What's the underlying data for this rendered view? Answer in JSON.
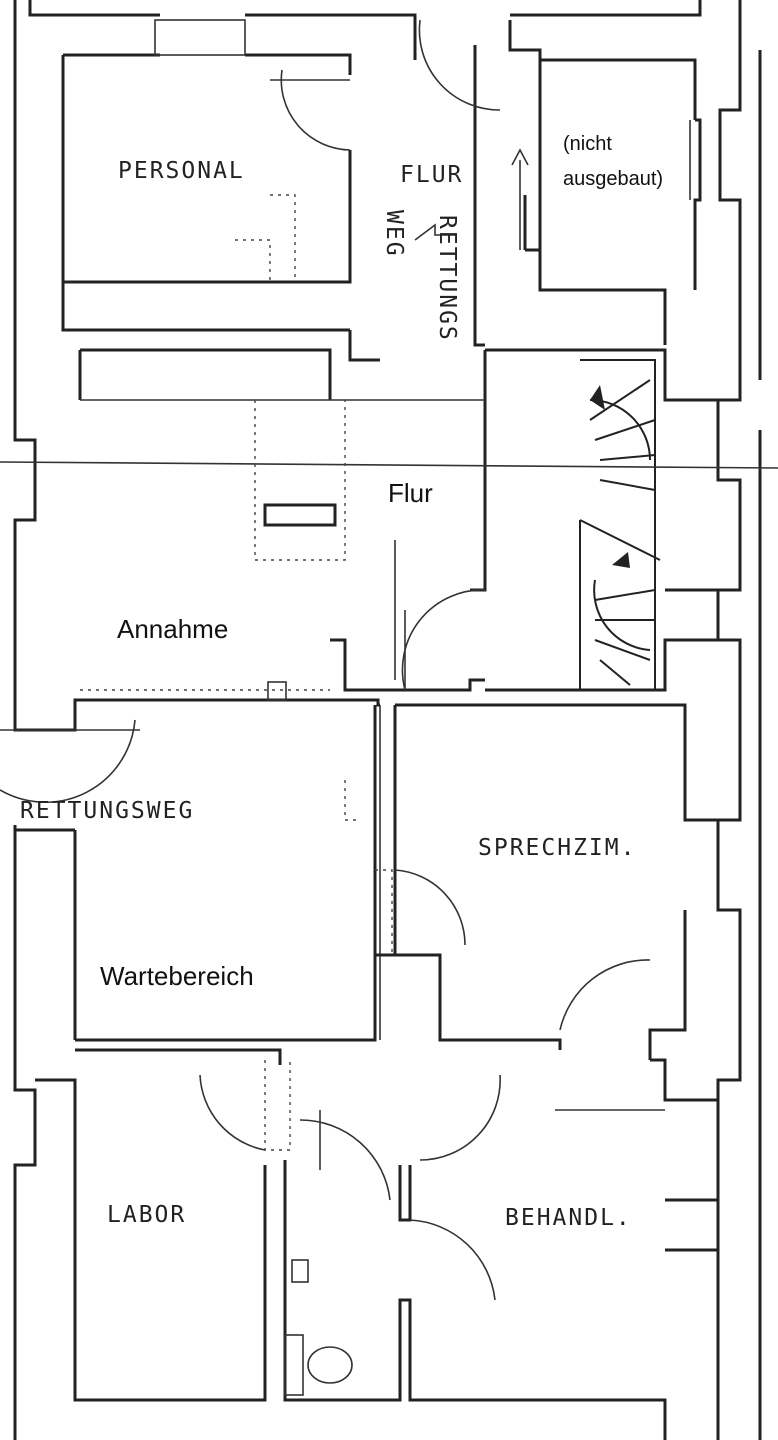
{
  "rooms": {
    "personal": "PERSONAL",
    "flur_top": "FLUR",
    "rettungs": "RETTUNGS",
    "weg": "WEG",
    "nicht_line1": "(nicht",
    "nicht_line2": "ausgebaut)",
    "flur": "Flur",
    "annahme": "Annahme",
    "rettungsweg": "RETTUNGSWEG",
    "sprechzim": "SPRECHZIM.",
    "wartebereich": "Wartebereich",
    "labor": "LABOR",
    "behandl": "BEHANDL."
  }
}
